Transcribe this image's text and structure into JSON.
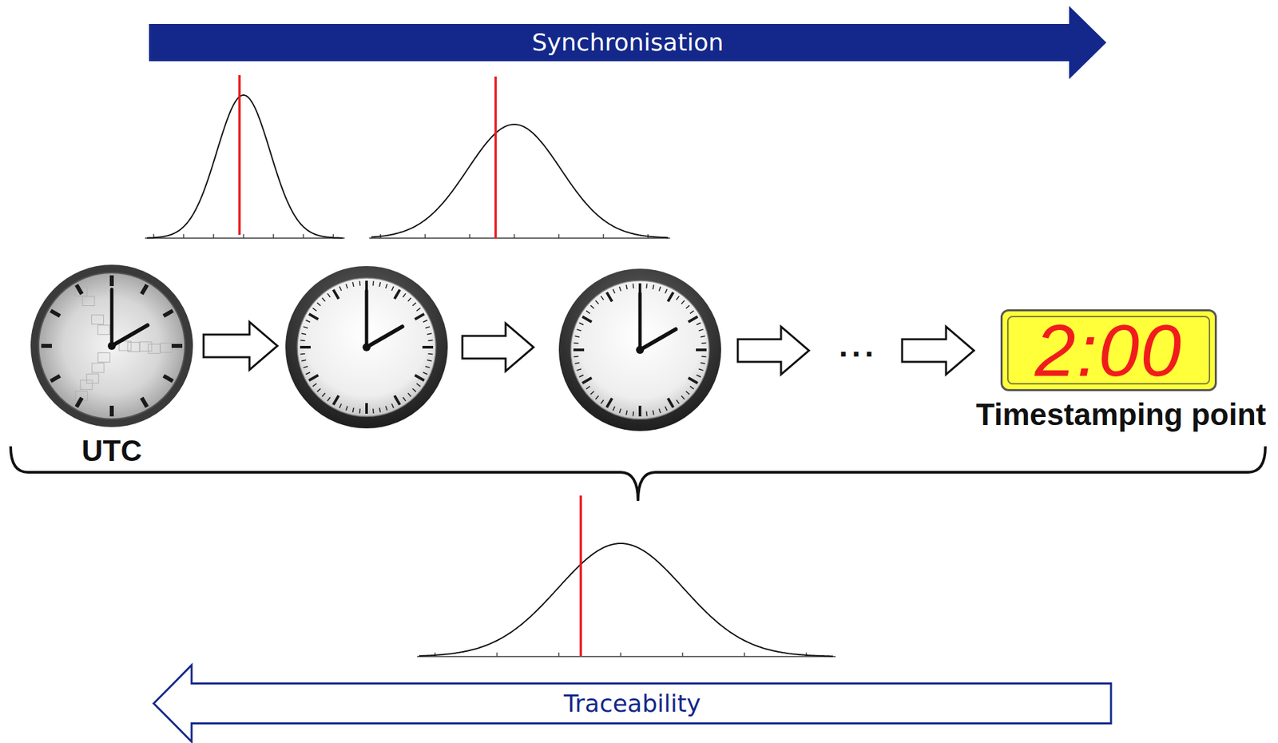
{
  "diagram": {
    "nodes": [
      {
        "text": [
          "Synchronisation"
        ]
      },
      {
        "text": [
          "UTC"
        ]
      },
      {
        "text": [
          "2:00",
          "Timestamping point"
        ]
      },
      {
        "text": [
          "Traceability"
        ]
      }
    ],
    "labels": [
      "..."
    ]
  }
}
